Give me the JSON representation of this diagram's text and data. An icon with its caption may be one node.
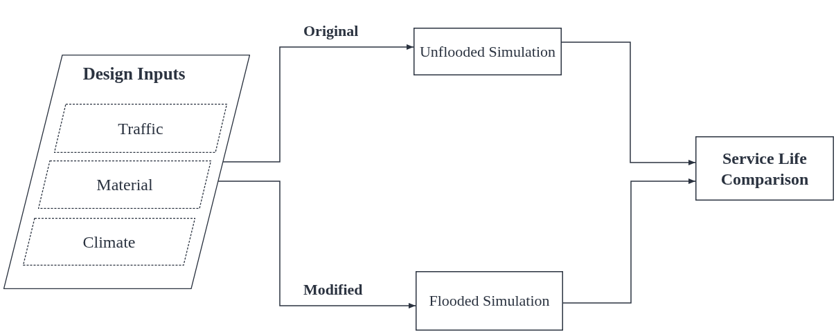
{
  "diagram": {
    "nodes": [
      {
        "text": [
          "Design Inputs"
        ]
      },
      {
        "text": [
          "Traffic"
        ],
        "in": 0
      },
      {
        "text": [
          "Material"
        ],
        "in": 0
      },
      {
        "text": [
          "Climate"
        ],
        "in": 0
      },
      {
        "text": [
          "Unflooded Simulation"
        ]
      },
      {
        "text": [
          "Flooded Simulation"
        ]
      },
      {
        "text": [
          "Service Life Comparison"
        ]
      }
    ],
    "edges": [
      {
        "from": 0,
        "to": 4,
        "arrow": "to",
        "label": "Original"
      },
      {
        "from": 0,
        "to": 5,
        "arrow": "to",
        "label": "Modified"
      },
      {
        "from": 4,
        "to": 6,
        "arrow": "to"
      },
      {
        "from": 5,
        "to": 6,
        "arrow": "to"
      }
    ]
  }
}
